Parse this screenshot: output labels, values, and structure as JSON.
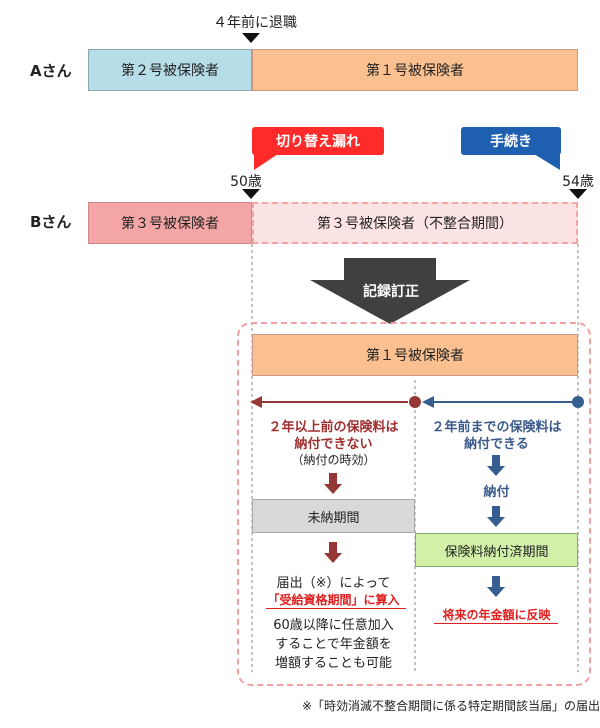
{
  "top_label": "４年前に退職",
  "a": {
    "name": "Aさん",
    "left": "第２号被保険者",
    "right": "第１号被保険者"
  },
  "b": {
    "name": "Bさん",
    "tag_left": "切り替え漏れ",
    "tag_right": "手続き",
    "age_left": "50歳",
    "age_right": "54歳",
    "left": "第３号被保険者",
    "right": "第３号被保険者（不整合期間）"
  },
  "correction": "記録訂正",
  "new_status": "第１号被保険者",
  "left_col": {
    "head1": "２年以上前の保険料は",
    "head2": "納付できない",
    "sub": "（納付の時効）",
    "box": "未納期間",
    "p1": "届出（※）によって",
    "p2": "「受給資格期間」に算入",
    "p3": "60歳以降に任意加入",
    "p4": "することで年金額を",
    "p5": "増額することも可能"
  },
  "right_col": {
    "head1": "２年前までの保険料は",
    "head2": "納付できる",
    "mid": "納付",
    "box": "保険料納付済期間",
    "result": "将来の年金額に反映"
  },
  "footnote": "※「時効消滅不整合期間に係る特定期間該当届」の届出",
  "colors": {
    "blue_box": "#b7dde8",
    "orange_box": "#fac090",
    "pink_box": "#f4a6a6",
    "pink_light": "#fde4e4",
    "gray_box": "#d9d9d9",
    "green_box": "#d3f0a8",
    "red_tag": "#ff2a2a",
    "blue_tag": "#1f5fb0",
    "dark_red": "#953735",
    "dark_blue": "#355f91"
  }
}
